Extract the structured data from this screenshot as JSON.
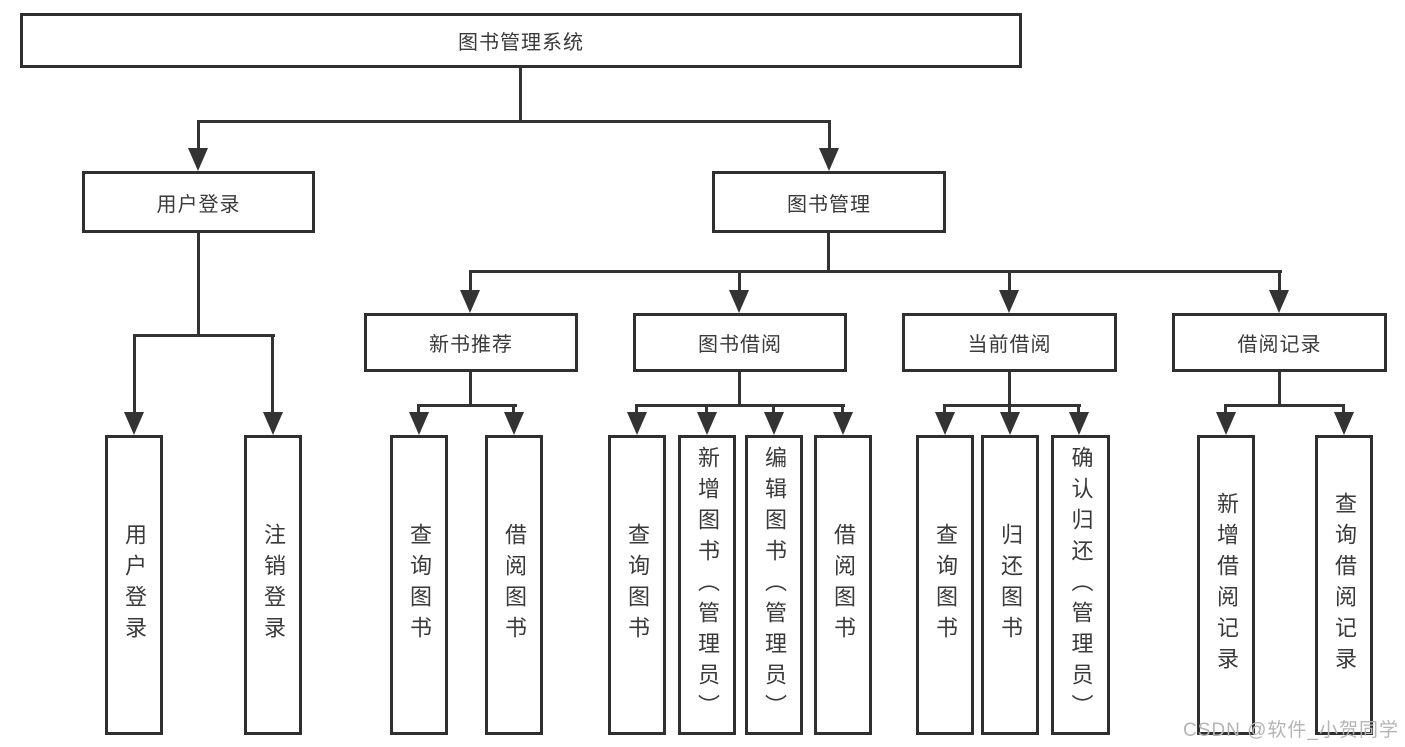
{
  "tree": {
    "root": "图书管理系统",
    "children": [
      {
        "label": "用户登录",
        "children": [
          "用户登录",
          "注销登录"
        ]
      },
      {
        "label": "图书管理",
        "children": [
          {
            "label": "新书推荐",
            "children": [
              "查询图书",
              "借阅图书"
            ]
          },
          {
            "label": "图书借阅",
            "children": [
              "查询图书",
              "新增图书（管理员）",
              "编辑图书（管理员）",
              "借阅图书"
            ]
          },
          {
            "label": "当前借阅",
            "children": [
              "查询图书",
              "归还图书",
              "确认归还（管理员）"
            ]
          },
          {
            "label": "借阅记录",
            "children": [
              "新增借阅记录",
              "查询借阅记录"
            ]
          }
        ]
      }
    ]
  },
  "watermark": {
    "text": "CSDN @软件_小贺同学"
  },
  "colors": {
    "line": "#333333",
    "box_border": "#2f2f2f",
    "text": "#3a3a3a",
    "watermark": "#b5b5b5",
    "background": "#ffffff"
  }
}
